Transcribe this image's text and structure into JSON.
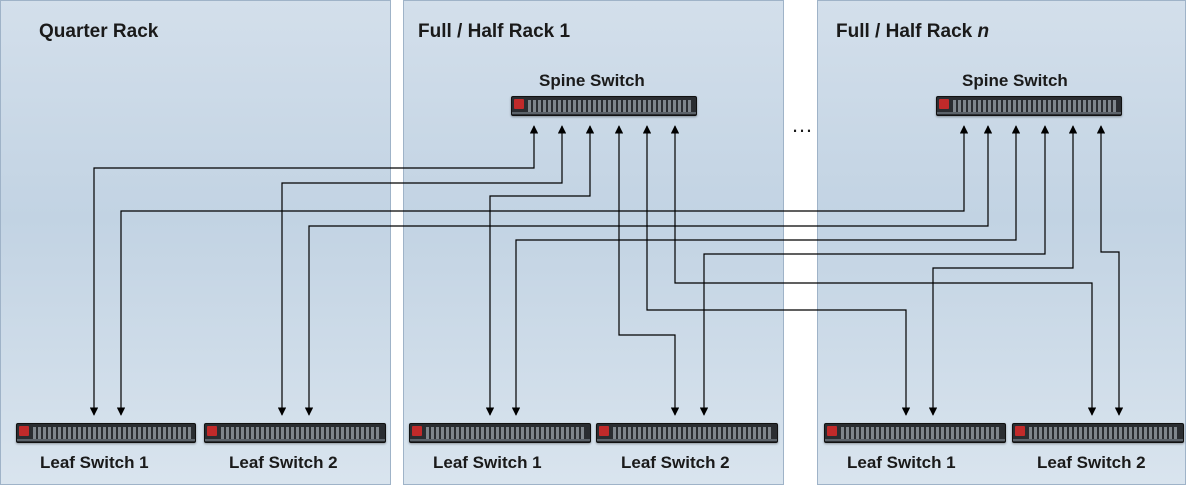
{
  "racks": [
    {
      "title": "Quarter Rack",
      "title_suffix": ""
    },
    {
      "title": "Full / Half Rack 1",
      "title_suffix": ""
    },
    {
      "title": "Full / Half Rack ",
      "title_suffix": "n"
    }
  ],
  "spine_label": "Spine Switch",
  "leaf_labels": [
    "Leaf Switch 1",
    "Leaf Switch 2"
  ],
  "ellipsis": "…",
  "colors": {
    "rack_fill": "#c9d8e6",
    "rack_border": "#9fb3c8",
    "wire": "#000000",
    "switch_body": "#2a2d31"
  }
}
